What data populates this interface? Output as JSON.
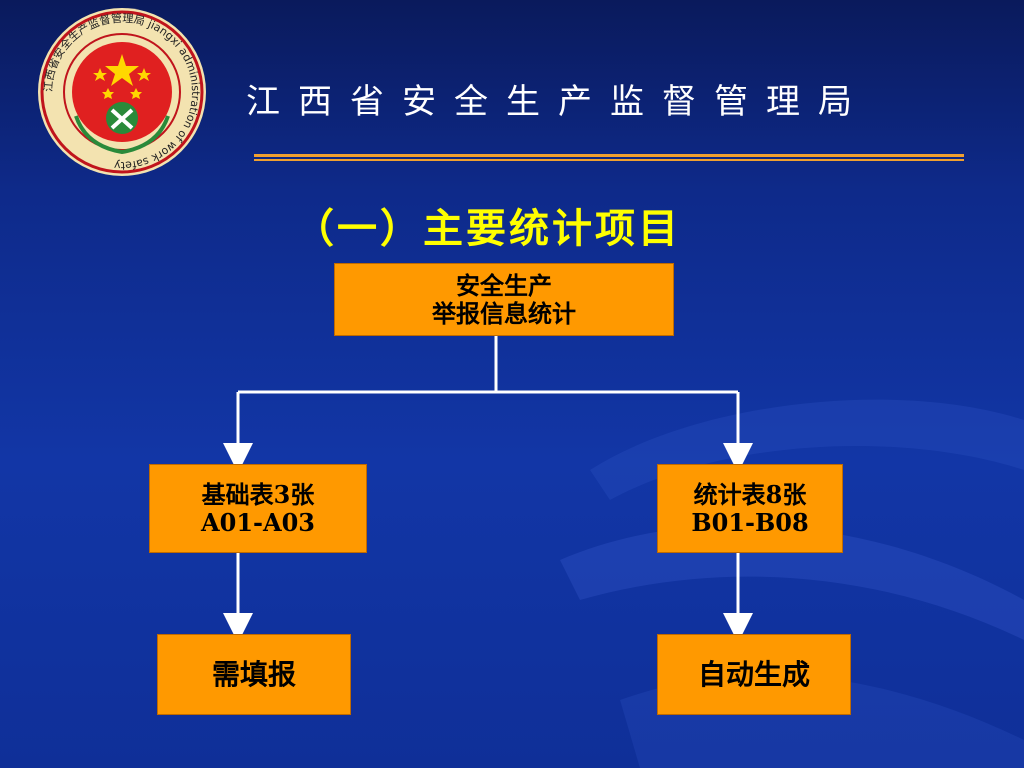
{
  "header": {
    "org_title": "江西省安全生产监督管理局",
    "logo": {
      "icon": "emblem-seal-icon",
      "ring_text": "江西省安全生产监督管理局 jiangxi administration of work safety"
    }
  },
  "slide": {
    "title": "（一）主要统计项目"
  },
  "diagram": {
    "root": {
      "lines": [
        "安全生产",
        "举报信息统计"
      ]
    },
    "left_child": {
      "lines": [
        "基础表3张",
        "A01-A03"
      ]
    },
    "right_child": {
      "lines": [
        "统计表8张",
        "B01-B08"
      ]
    },
    "left_leaf": {
      "lines": [
        "需填报"
      ]
    },
    "right_leaf": {
      "lines": [
        "自动生成"
      ]
    }
  },
  "colors": {
    "box_fill": "#ff9900",
    "title": "#ffff00",
    "connector": "#ffffff",
    "rule": "#f0a030"
  }
}
